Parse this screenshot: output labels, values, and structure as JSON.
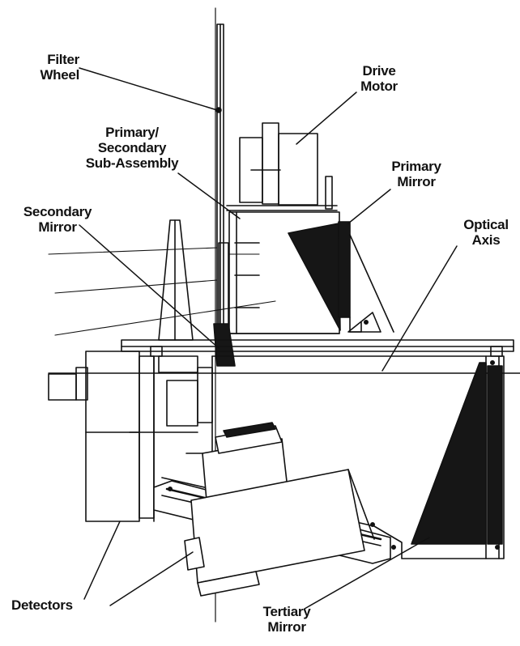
{
  "labels": {
    "filter_wheel": [
      "Filter",
      "Wheel"
    ],
    "drive_motor": [
      "Drive",
      "Motor"
    ],
    "primary_secondary": [
      "Primary/",
      "Secondary",
      "Sub-Assembly"
    ],
    "primary_mirror": [
      "Primary",
      "Mirror"
    ],
    "secondary_mirror": [
      "Secondary",
      "Mirror"
    ],
    "optical_axis": [
      "Optical",
      "Axis"
    ],
    "detectors": "Detectors",
    "tertiary_mirror": [
      "Tertiary",
      "Mirror"
    ]
  },
  "colors": {
    "ink": "#111111",
    "fill": "#161616",
    "paper": "#ffffff"
  }
}
